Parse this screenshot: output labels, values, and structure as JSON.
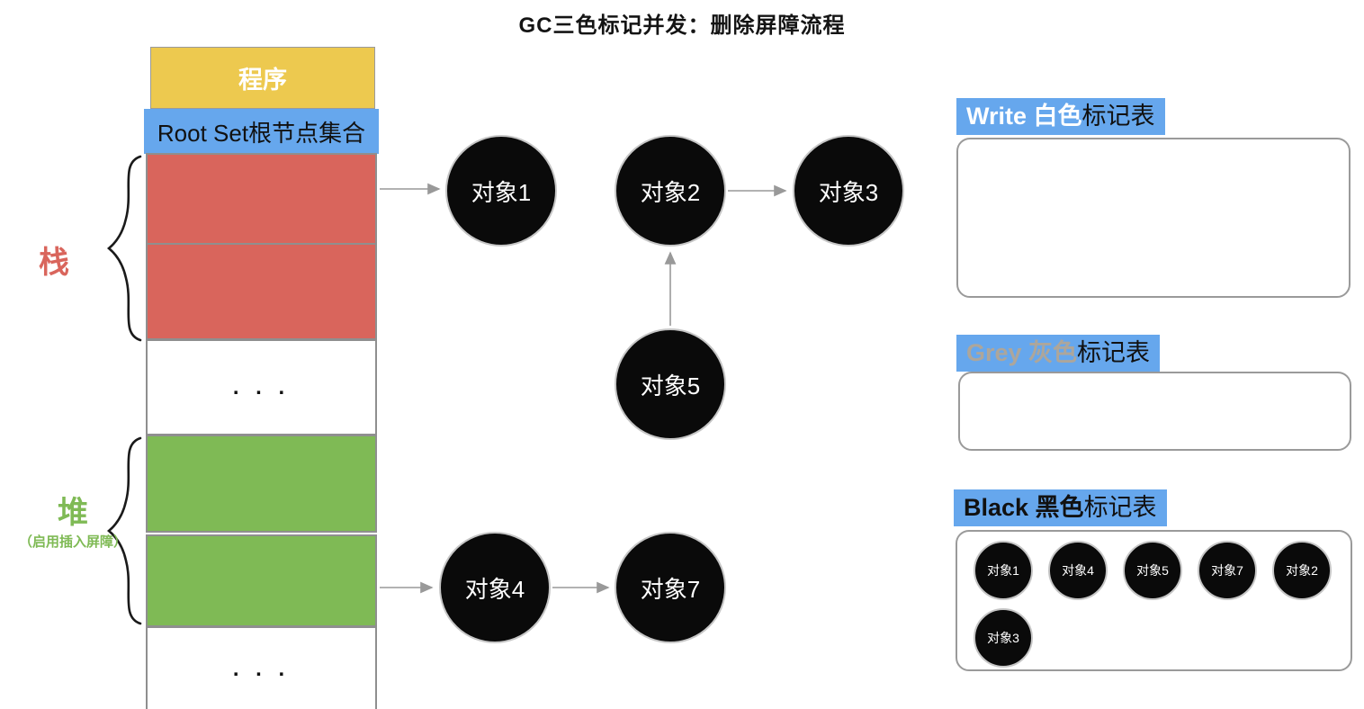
{
  "title": "GC三色标记并发：删除屏障流程",
  "memory": {
    "program": "程序",
    "root_set": "Root Set根节点集合",
    "dots": ". . .",
    "stack_label": "栈",
    "heap_label": "堆",
    "heap_note": "（启用插入屏障）"
  },
  "nodes": {
    "obj1": "对象1",
    "obj2": "对象2",
    "obj3": "对象3",
    "obj4": "对象4",
    "obj5": "对象5",
    "obj7": "对象7"
  },
  "tables": {
    "white": {
      "en": "Write 白色",
      "cn": "标记表"
    },
    "grey": {
      "en": "Grey 灰色",
      "cn": "标记表"
    },
    "black": {
      "en": "Black 黑色",
      "cn": "标记表",
      "items": [
        "对象1",
        "对象4",
        "对象5",
        "对象7",
        "对象2",
        "对象3"
      ]
    }
  },
  "colors": {
    "yellow": "#EDC94F",
    "blue": "#66A7ED",
    "red": "#D9655C",
    "green": "#7FBA55",
    "stack_text": "#D9655C",
    "heap_text": "#7FBA55",
    "grey_label_text": "#ADA69B",
    "arrow": "#999999",
    "node_fill": "#0A0A0A"
  }
}
